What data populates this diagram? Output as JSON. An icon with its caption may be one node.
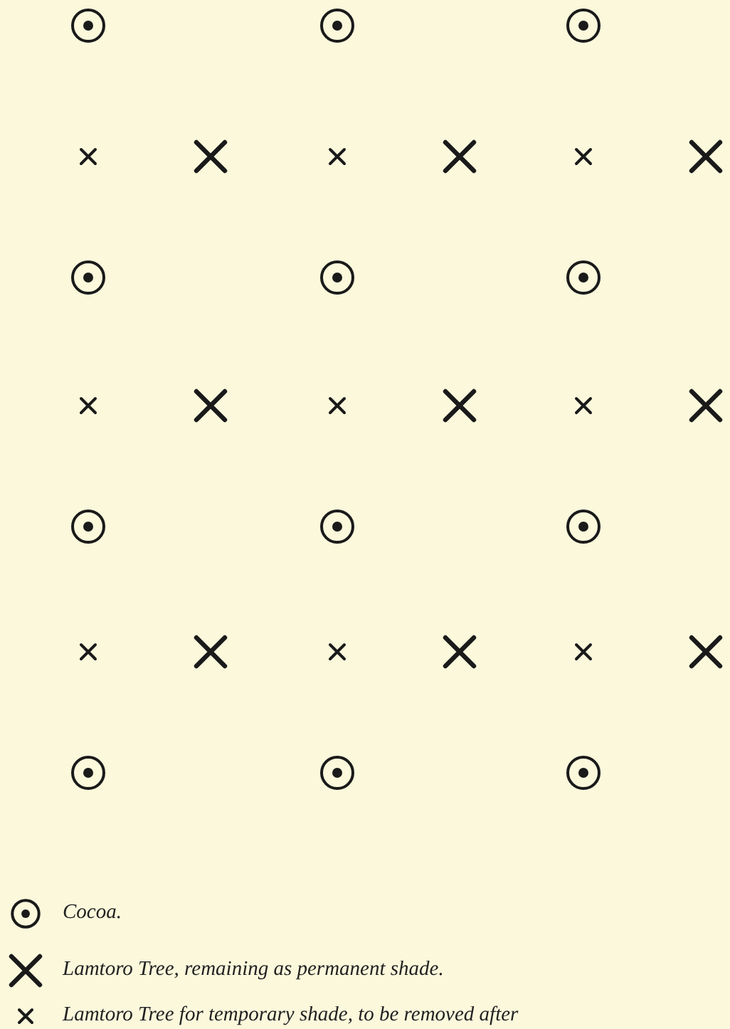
{
  "diagram": {
    "legend": [
      {
        "text": "Cocoa."
      },
      {
        "text": "Lamtoro Tree, remaining as permanent shade."
      },
      {
        "text": "Lamtoro Tree for temporary shade, to be removed after"
      }
    ]
  }
}
